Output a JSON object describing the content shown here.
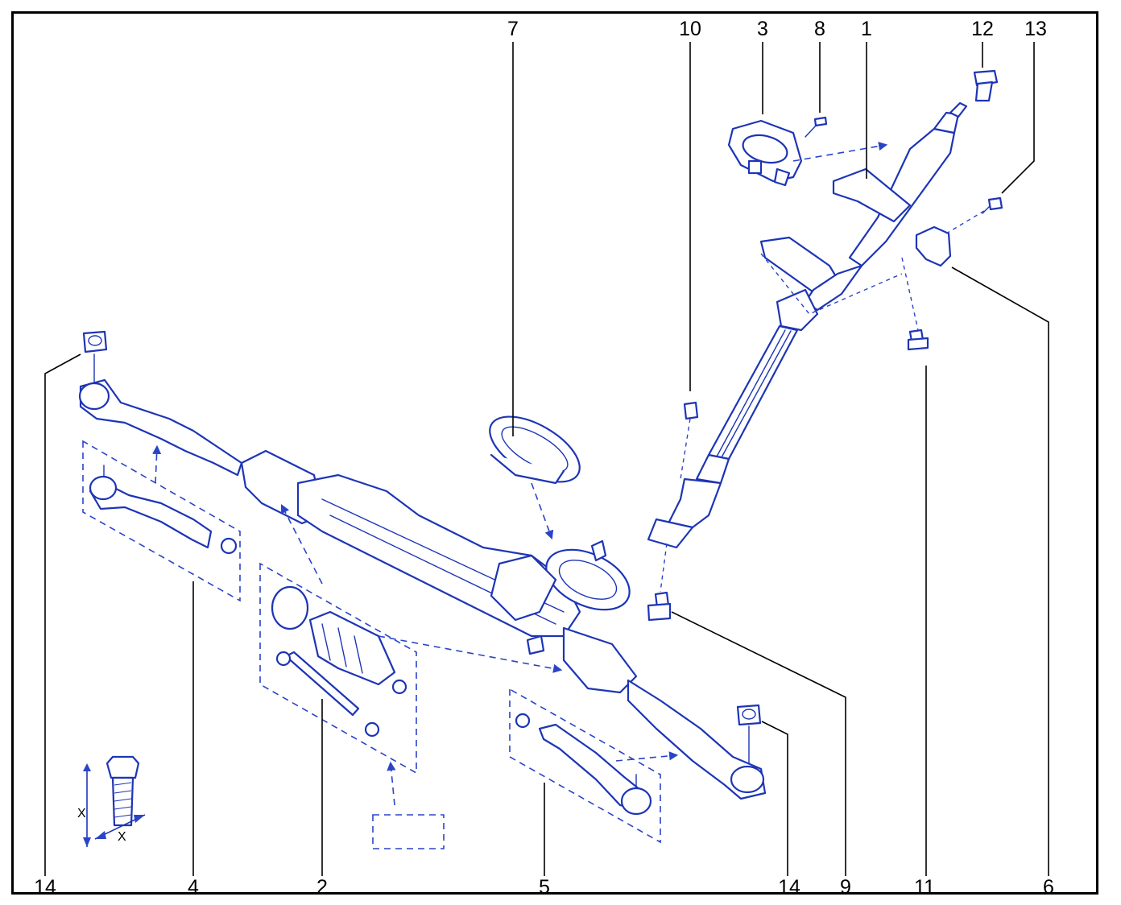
{
  "callouts": {
    "n7": "7",
    "n10": "10",
    "n3": "3",
    "n8": "8",
    "n1": "1",
    "n12": "12",
    "n13": "13",
    "n6": "6",
    "n11": "11",
    "n9": "9",
    "n14_left": "14",
    "n4": "4",
    "n2": "2",
    "n5": "5",
    "n14_right": "14"
  },
  "bolt_symbol": {
    "x_vertical": "X",
    "x_diagonal": "X"
  },
  "colors": {
    "line_art": "#1d35b5",
    "leaders": "#000000",
    "frame": "#000000"
  }
}
